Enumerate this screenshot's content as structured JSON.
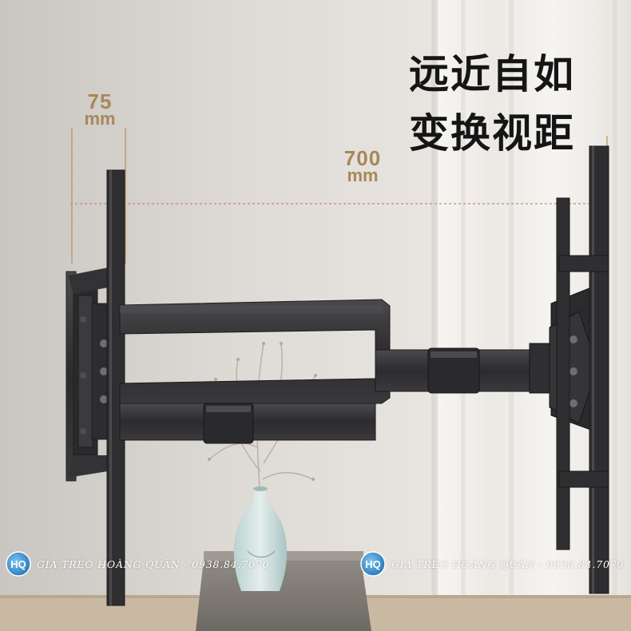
{
  "headline": {
    "line1": "远近自如",
    "line2": "变换视距"
  },
  "dimensions": {
    "depth_min": {
      "value": "75",
      "unit": "mm"
    },
    "extension": {
      "value": "700",
      "unit": "mm"
    }
  },
  "watermark": {
    "logo_text": "HQ",
    "text": "GIÁ TREO HOÀNG QUÂN - 0938.84.7070"
  },
  "colors": {
    "dimension_accent": "#a8875a",
    "headline": "#151515",
    "mount_metal": "#2f2f31"
  },
  "icons": [
    "hq-logo-icon"
  ]
}
